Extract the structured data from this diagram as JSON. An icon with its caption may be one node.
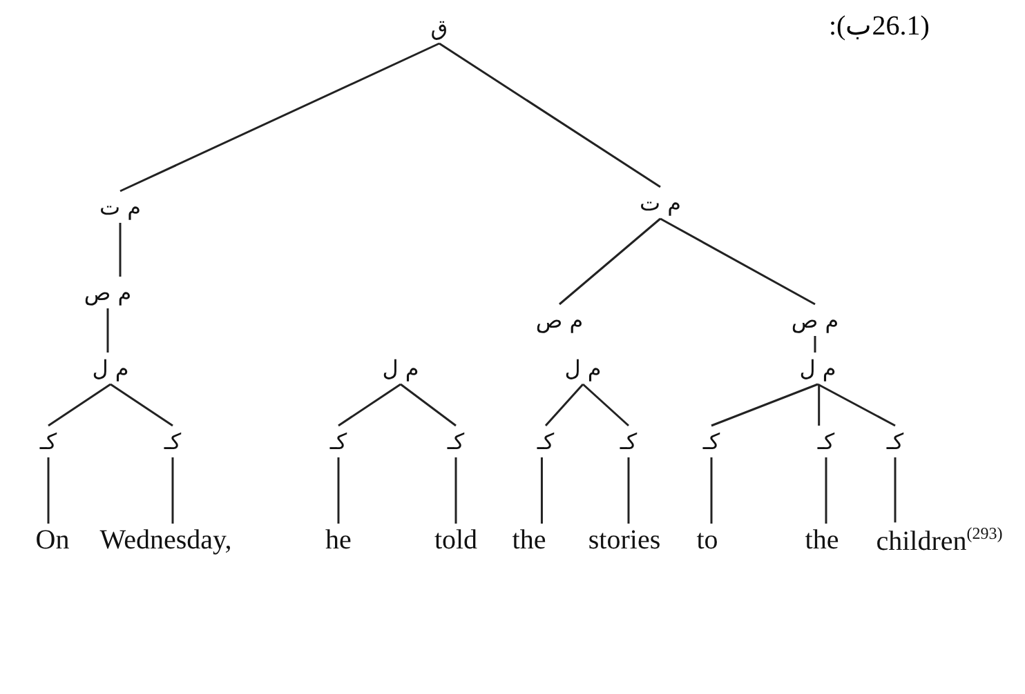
{
  "diagram": {
    "nodes": [
      {
        "text": [
          "ق"
        ]
      },
      {
        "text": [
          "م ت"
        ]
      },
      {
        "text": [
          "م ت"
        ]
      },
      {
        "text": [
          "م ص"
        ]
      },
      {
        "text": [
          "م ص"
        ]
      },
      {
        "text": [
          "م ص"
        ]
      },
      {
        "text": [
          "م ل"
        ]
      },
      {
        "text": [
          "م ل"
        ]
      },
      {
        "text": [
          "م ل"
        ]
      },
      {
        "text": [
          "م ل"
        ]
      },
      {
        "text": [
          "كـ"
        ]
      },
      {
        "text": [
          "كـ"
        ]
      },
      {
        "text": [
          "كـ"
        ]
      },
      {
        "text": [
          "كـ"
        ]
      },
      {
        "text": [
          "كـ"
        ]
      },
      {
        "text": [
          "كـ"
        ]
      },
      {
        "text": [
          "كـ"
        ]
      },
      {
        "text": [
          "كـ"
        ]
      },
      {
        "text": [
          "كـ"
        ]
      },
      {
        "text": [
          "On"
        ]
      },
      {
        "text": [
          "Wednesday,"
        ]
      },
      {
        "text": [
          "he"
        ]
      },
      {
        "text": [
          "told"
        ]
      },
      {
        "text": [
          "the"
        ]
      },
      {
        "text": [
          "stories"
        ]
      },
      {
        "text": [
          "to"
        ]
      },
      {
        "text": [
          "the"
        ]
      },
      {
        "text": [
          "children$^{(293)}$"
        ]
      }
    ],
    "edges": [
      {
        "from": 0,
        "to": 1,
        "arrow": "none"
      },
      {
        "from": 0,
        "to": 2,
        "arrow": "none"
      },
      {
        "from": 1,
        "to": 3,
        "arrow": "none"
      },
      {
        "from": 2,
        "to": 4,
        "arrow": "none"
      },
      {
        "from": 2,
        "to": 5,
        "arrow": "none"
      },
      {
        "from": 3,
        "to": 6,
        "arrow": "none"
      },
      {
        "from": 5,
        "to": 9,
        "arrow": "none"
      },
      {
        "from": 6,
        "to": 10,
        "arrow": "none"
      },
      {
        "from": 6,
        "to": 11,
        "arrow": "none"
      },
      {
        "from": 7,
        "to": 12,
        "arrow": "none"
      },
      {
        "from": 7,
        "to": 13,
        "arrow": "none"
      },
      {
        "from": 8,
        "to": 14,
        "arrow": "none"
      },
      {
        "from": 8,
        "to": 15,
        "arrow": "none"
      },
      {
        "from": 9,
        "to": 16,
        "arrow": "none"
      },
      {
        "from": 9,
        "to": 17,
        "arrow": "none"
      },
      {
        "from": 9,
        "to": 18,
        "arrow": "none"
      },
      {
        "from": 10,
        "to": 19,
        "arrow": "none"
      },
      {
        "from": 11,
        "to": 20,
        "arrow": "none"
      },
      {
        "from": 12,
        "to": 21,
        "arrow": "none"
      },
      {
        "from": 13,
        "to": 22,
        "arrow": "none"
      },
      {
        "from": 14,
        "to": 23,
        "arrow": "none"
      },
      {
        "from": 15,
        "to": 24,
        "arrow": "none"
      },
      {
        "from": 16,
        "to": 25,
        "arrow": "none"
      },
      {
        "from": 17,
        "to": 26,
        "arrow": "none"
      },
      {
        "from": 18,
        "to": 27,
        "arrow": "none"
      }
    ],
    "labels": [
      "(26.1ب):"
    ]
  }
}
